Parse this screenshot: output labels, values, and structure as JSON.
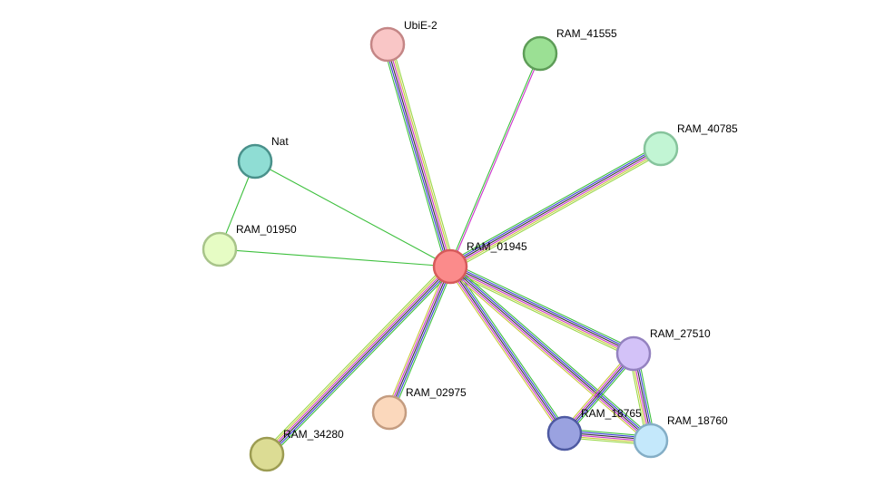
{
  "edge_colors": {
    "green": "#3ec03e",
    "blue": "#3a3ad8",
    "black": "#333333",
    "magenta": "#cc33cc",
    "yellow": "#c8c83a",
    "lightgreen": "#9ad84a"
  },
  "nodes": [
    {
      "id": "RAM_01945",
      "label": "RAM_01945",
      "fill": "#fb8b8b",
      "stroke": "#d65a5a"
    },
    {
      "id": "UbiE-2",
      "label": "UbiE-2",
      "fill": "#f9c6c6",
      "stroke": "#c48686"
    },
    {
      "id": "RAM_41555",
      "label": "RAM_41555",
      "fill": "#9be094",
      "stroke": "#5e9d58"
    },
    {
      "id": "RAM_40785",
      "label": "RAM_40785",
      "fill": "#c2f5d4",
      "stroke": "#86c49c"
    },
    {
      "id": "Nat",
      "label": "Nat",
      "fill": "#8fddd4",
      "stroke": "#4a918b"
    },
    {
      "id": "RAM_01950",
      "label": "RAM_01950",
      "fill": "#e6fcc4",
      "stroke": "#a8c48a"
    },
    {
      "id": "RAM_27510",
      "label": "RAM_27510",
      "fill": "#d3c2f8",
      "stroke": "#9482c0"
    },
    {
      "id": "RAM_18765",
      "label": "RAM_18765",
      "fill": "#9aa2e0",
      "stroke": "#4e5aa2"
    },
    {
      "id": "RAM_18760",
      "label": "RAM_18760",
      "fill": "#c4e8fb",
      "stroke": "#84aec6"
    },
    {
      "id": "RAM_02975",
      "label": "RAM_02975",
      "fill": "#fbd8bc",
      "stroke": "#c49c80"
    },
    {
      "id": "RAM_34280",
      "label": "RAM_34280",
      "fill": "#dcdc94",
      "stroke": "#9c9c52"
    }
  ],
  "edges": [
    {
      "source": "RAM_01945",
      "target": "UbiE-2",
      "channels": [
        "green",
        "blue",
        "black",
        "magenta",
        "yellow",
        "lightgreen"
      ]
    },
    {
      "source": "RAM_01945",
      "target": "RAM_41555",
      "channels": [
        "green",
        "magenta"
      ]
    },
    {
      "source": "RAM_01945",
      "target": "RAM_40785",
      "channels": [
        "green",
        "blue",
        "black",
        "magenta",
        "yellow",
        "lightgreen"
      ]
    },
    {
      "source": "RAM_01945",
      "target": "Nat",
      "channels": [
        "green"
      ]
    },
    {
      "source": "RAM_01945",
      "target": "RAM_01950",
      "channels": [
        "green"
      ]
    },
    {
      "source": "Nat",
      "target": "RAM_01950",
      "channels": [
        "green"
      ]
    },
    {
      "source": "RAM_01945",
      "target": "RAM_27510",
      "channels": [
        "green",
        "blue",
        "black",
        "magenta",
        "yellow",
        "lightgreen"
      ]
    },
    {
      "source": "RAM_01945",
      "target": "RAM_18765",
      "channels": [
        "green",
        "blue",
        "black",
        "magenta",
        "yellow"
      ]
    },
    {
      "source": "RAM_01945",
      "target": "RAM_18760",
      "channels": [
        "green",
        "blue",
        "black",
        "magenta",
        "yellow"
      ]
    },
    {
      "source": "RAM_01945",
      "target": "RAM_02975",
      "channels": [
        "green",
        "blue",
        "black",
        "magenta",
        "yellow"
      ]
    },
    {
      "source": "RAM_01945",
      "target": "RAM_34280",
      "channels": [
        "green",
        "blue",
        "black",
        "magenta",
        "yellow",
        "lightgreen"
      ]
    },
    {
      "source": "RAM_27510",
      "target": "RAM_18765",
      "channels": [
        "green",
        "blue",
        "black",
        "magenta",
        "yellow"
      ]
    },
    {
      "source": "RAM_27510",
      "target": "RAM_18760",
      "channels": [
        "green",
        "blue",
        "black",
        "magenta",
        "yellow",
        "lightgreen"
      ]
    },
    {
      "source": "RAM_18765",
      "target": "RAM_18760",
      "channels": [
        "green",
        "blue",
        "black",
        "magenta",
        "yellow",
        "lightgreen"
      ]
    }
  ]
}
